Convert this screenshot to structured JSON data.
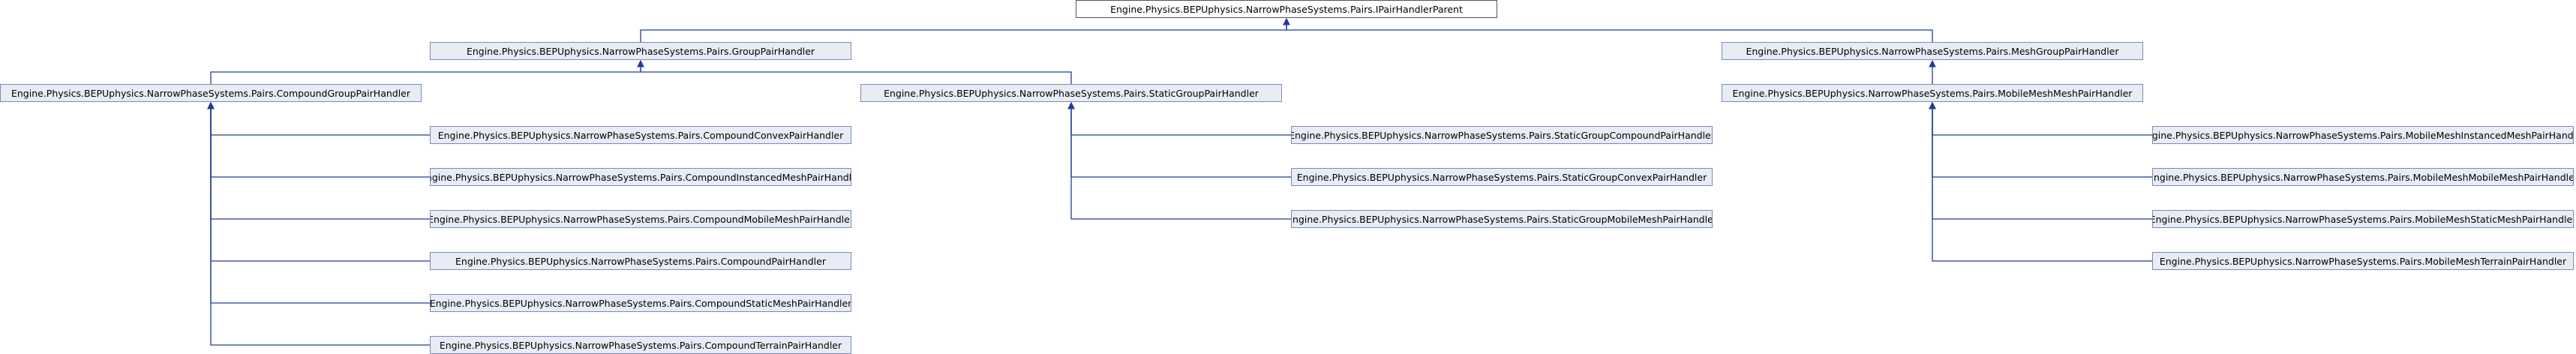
{
  "nodes": {
    "root": "Engine.Physics.BEPUphysics.NarrowPhaseSystems.Pairs.IPairHandlerParent",
    "group": "Engine.Physics.BEPUphysics.NarrowPhaseSystems.Pairs.GroupPairHandler",
    "meshgroup": "Engine.Physics.BEPUphysics.NarrowPhaseSystems.Pairs.MeshGroupPairHandler",
    "compoundgroup": "Engine.Physics.BEPUphysics.NarrowPhaseSystems.Pairs.CompoundGroupPairHandler",
    "staticgroup": "Engine.Physics.BEPUphysics.NarrowPhaseSystems.Pairs.StaticGroupPairHandler",
    "mobilemesh": "Engine.Physics.BEPUphysics.NarrowPhaseSystems.Pairs.MobileMeshMeshPairHandler",
    "c1": "Engine.Physics.BEPUphysics.NarrowPhaseSystems.Pairs.CompoundConvexPairHandler",
    "c2": "Engine.Physics.BEPUphysics.NarrowPhaseSystems.Pairs.CompoundInstancedMeshPairHandler",
    "c3": "Engine.Physics.BEPUphysics.NarrowPhaseSystems.Pairs.CompoundMobileMeshPairHandler",
    "c4": "Engine.Physics.BEPUphysics.NarrowPhaseSystems.Pairs.CompoundPairHandler",
    "c5": "Engine.Physics.BEPUphysics.NarrowPhaseSystems.Pairs.CompoundStaticMeshPairHandler",
    "c6": "Engine.Physics.BEPUphysics.NarrowPhaseSystems.Pairs.CompoundTerrainPairHandler",
    "s1": "Engine.Physics.BEPUphysics.NarrowPhaseSystems.Pairs.StaticGroupCompoundPairHandler",
    "s2": "Engine.Physics.BEPUphysics.NarrowPhaseSystems.Pairs.StaticGroupConvexPairHandler",
    "s3": "Engine.Physics.BEPUphysics.NarrowPhaseSystems.Pairs.StaticGroupMobileMeshPairHandler",
    "m1": "Engine.Physics.BEPUphysics.NarrowPhaseSystems.Pairs.MobileMeshInstancedMeshPairHandler",
    "m2": "Engine.Physics.BEPUphysics.NarrowPhaseSystems.Pairs.MobileMeshMobileMeshPairHandler",
    "m3": "Engine.Physics.BEPUphysics.NarrowPhaseSystems.Pairs.MobileMeshStaticMeshPairHandler",
    "m4": "Engine.Physics.BEPUphysics.NarrowPhaseSystems.Pairs.MobileMeshTerrainPairHandler"
  },
  "edges": [
    [
      "group",
      "root"
    ],
    [
      "meshgroup",
      "root"
    ],
    [
      "compoundgroup",
      "group"
    ],
    [
      "staticgroup",
      "group"
    ],
    [
      "mobilemesh",
      "meshgroup"
    ],
    [
      "c1",
      "compoundgroup"
    ],
    [
      "c2",
      "compoundgroup"
    ],
    [
      "c3",
      "compoundgroup"
    ],
    [
      "c4",
      "compoundgroup"
    ],
    [
      "c5",
      "compoundgroup"
    ],
    [
      "c6",
      "compoundgroup"
    ],
    [
      "s1",
      "staticgroup"
    ],
    [
      "s2",
      "staticgroup"
    ],
    [
      "s3",
      "staticgroup"
    ],
    [
      "m1",
      "mobilemesh"
    ],
    [
      "m2",
      "mobilemesh"
    ],
    [
      "m3",
      "mobilemesh"
    ],
    [
      "m4",
      "mobilemesh"
    ]
  ]
}
